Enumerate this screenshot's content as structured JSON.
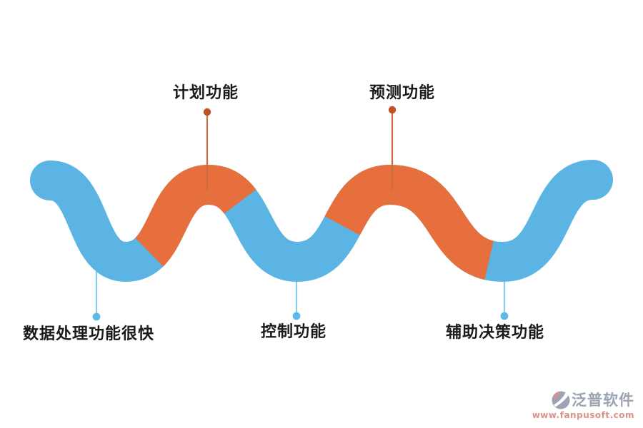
{
  "diagram": {
    "type": "serpentine-flow",
    "top_nodes": [
      {
        "label": "计划功能"
      },
      {
        "label": "预测功能"
      }
    ],
    "bottom_nodes": [
      {
        "label": "数据处理功能很快"
      },
      {
        "label": "控制功能"
      },
      {
        "label": "辅助决策功能"
      }
    ]
  },
  "watermark": {
    "brand": "泛普软件",
    "url": "www.fanpusoft.com"
  },
  "colors": {
    "wave_blue": "#5CB4E4",
    "wave_orange": "#E66F3D",
    "connector_orange_line": "#C96A3F",
    "connector_orange_dot": "#BF5123",
    "connector_blue_line": "#8CCBEE",
    "connector_blue_dot": "#5FB8E7",
    "label_text": "#1A1A1A",
    "watermark_gray": "#9CA3B3",
    "watermark_red": "#D9928B",
    "background": "#FFFFFF"
  }
}
